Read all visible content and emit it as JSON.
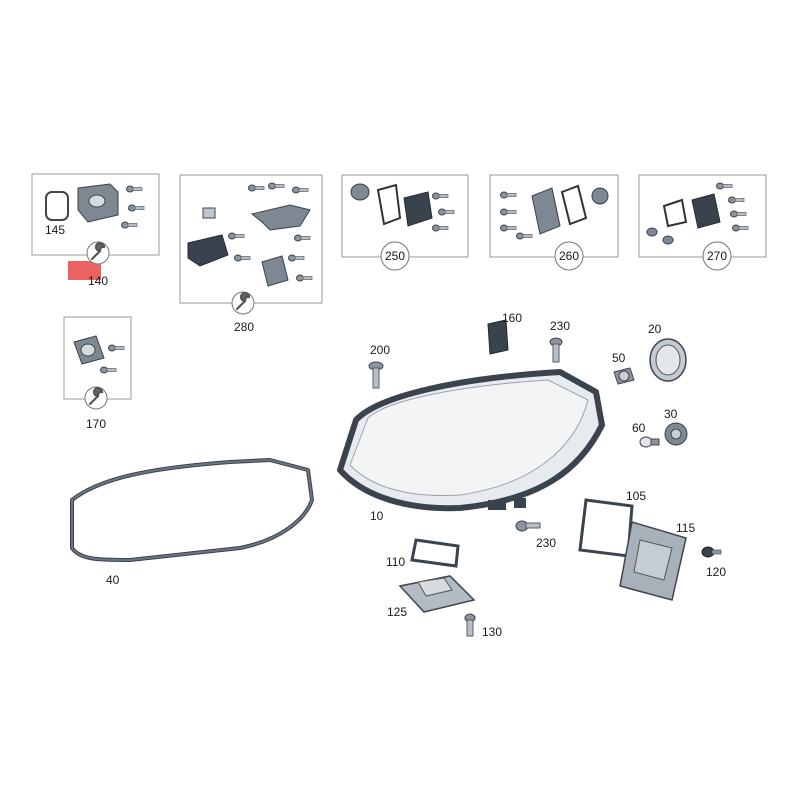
{
  "callouts": {
    "c145": "145",
    "c140": "140",
    "c250": "250",
    "c260": "260",
    "c270": "270",
    "c280": "280",
    "c170": "170",
    "c160": "160",
    "c230a": "230",
    "c20": "20",
    "c200": "200",
    "c50": "50",
    "c60": "60",
    "c30": "30",
    "c10": "10",
    "c105": "105",
    "c115": "115",
    "c230b": "230",
    "c120": "120",
    "c110": "110",
    "c125": "125",
    "c130": "130",
    "c40": "40"
  },
  "colors": {
    "highlight": "#e8524f",
    "part_dark": "#39424d",
    "part_light": "#c9cfd6"
  },
  "icons": [
    "wrench-icon"
  ]
}
